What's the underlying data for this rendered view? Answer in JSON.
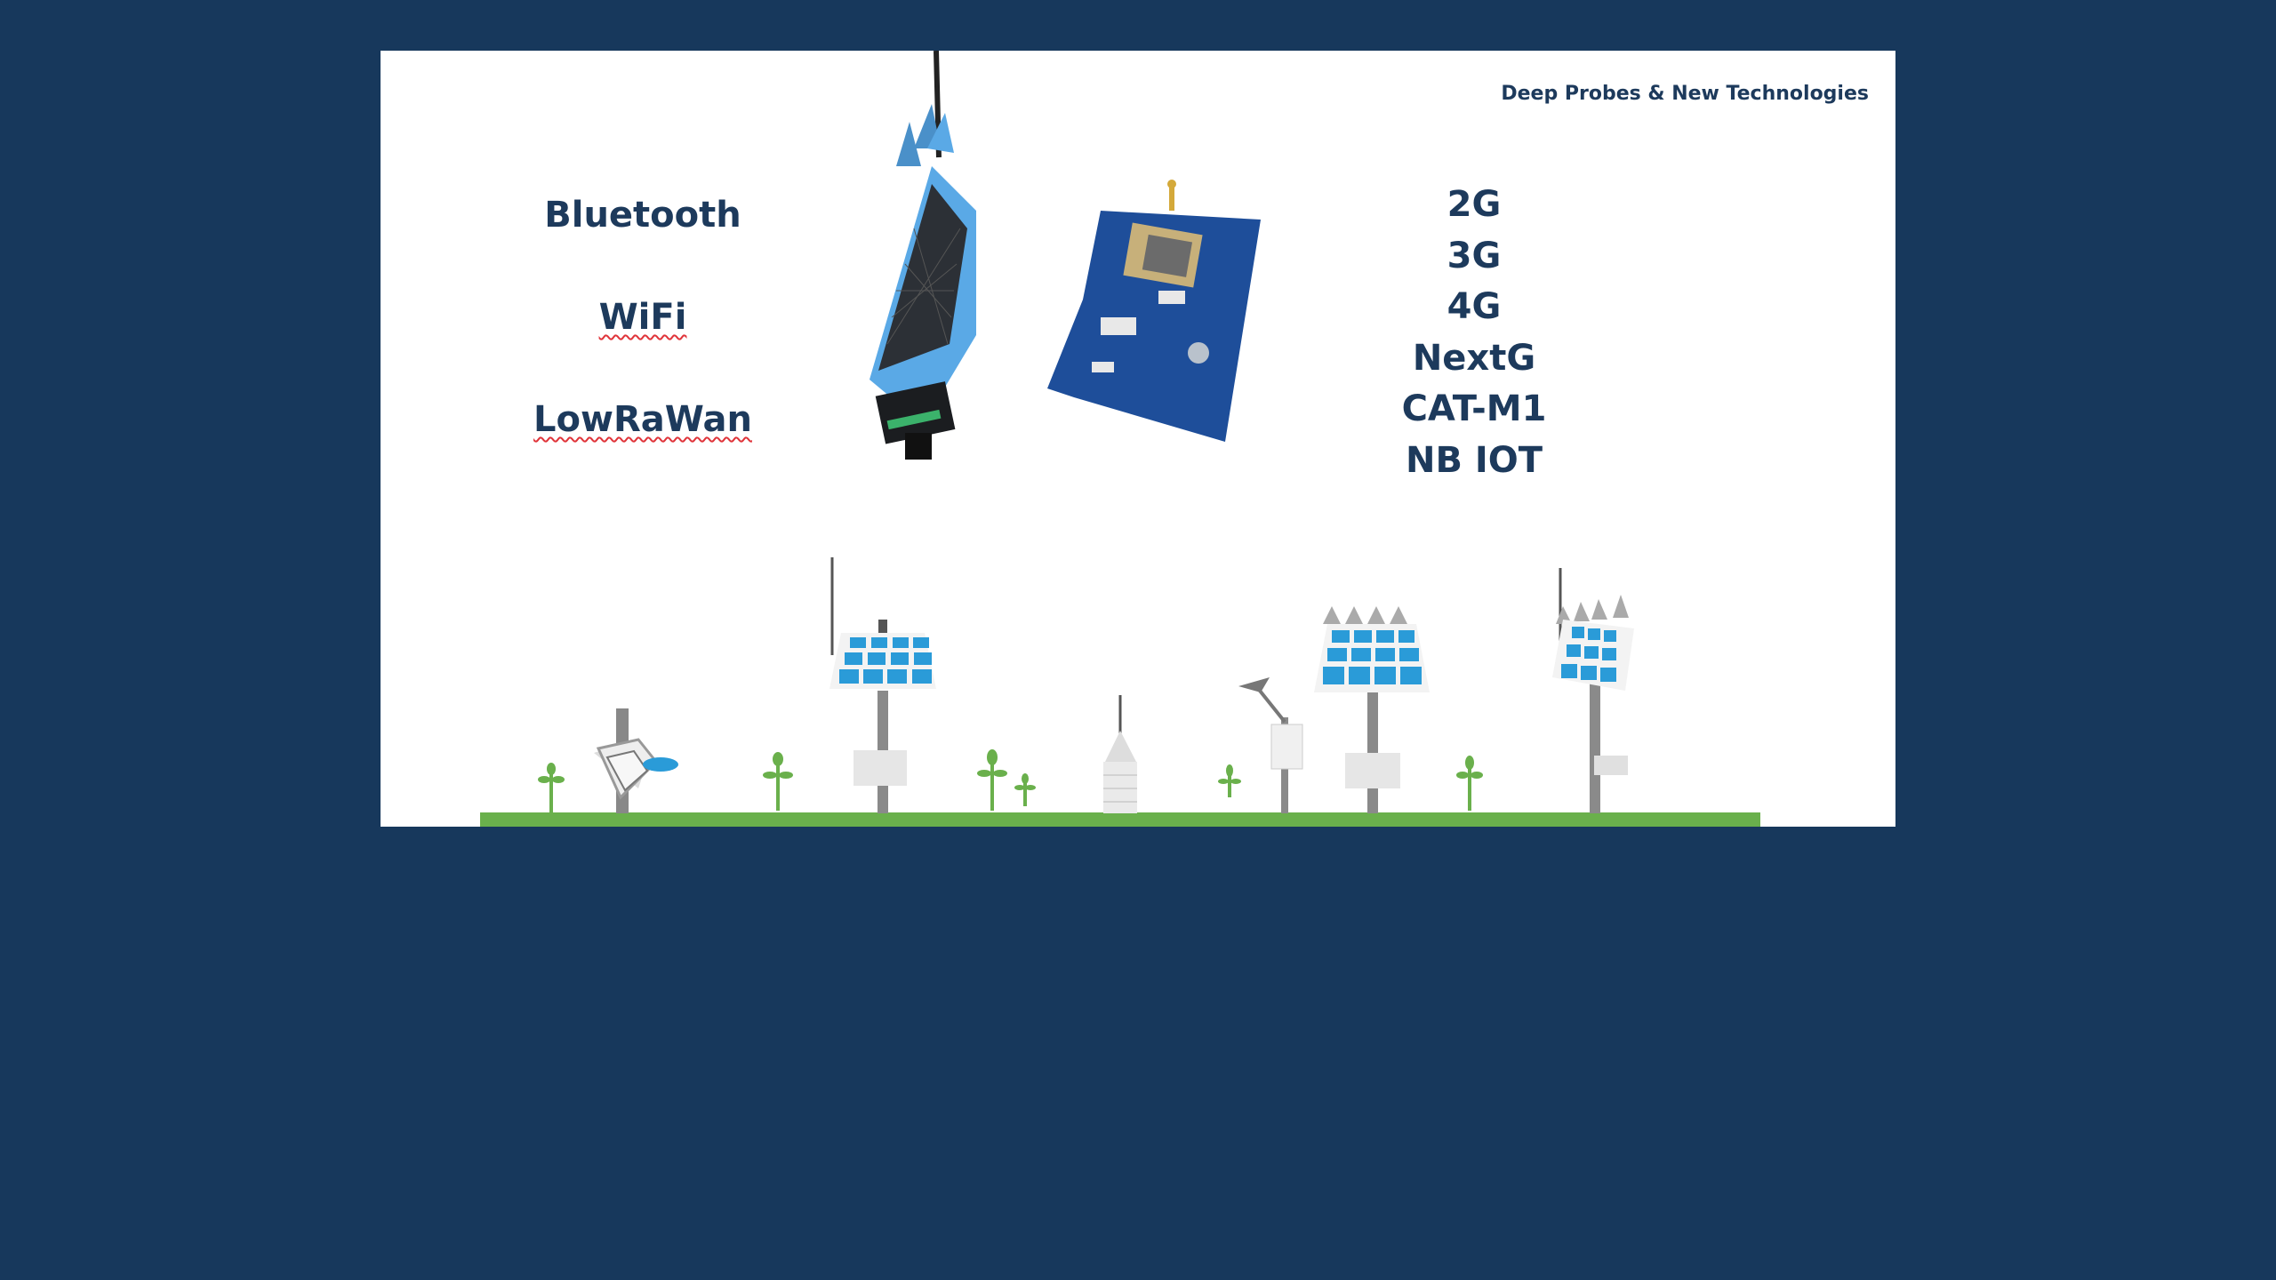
{
  "slide": {
    "header": "Deep Probes & New Technologies",
    "left_protocols": [
      "Bluetooth",
      "WiFi",
      "LowRaWan"
    ],
    "right_protocols": [
      "2G",
      "3G",
      "4G",
      "NextG",
      "CAT-M1",
      "NB IOT"
    ]
  },
  "colors": {
    "background": "#17385c",
    "text": "#1d3a5c",
    "ground": "#6ab04c",
    "solar": "#2a9bd8",
    "device_body": "#5aa9e6",
    "board": "#1e4e9a"
  },
  "icons": [
    "solar-sensor-device-image",
    "circuit-board-image",
    "iot-field-illustration"
  ]
}
